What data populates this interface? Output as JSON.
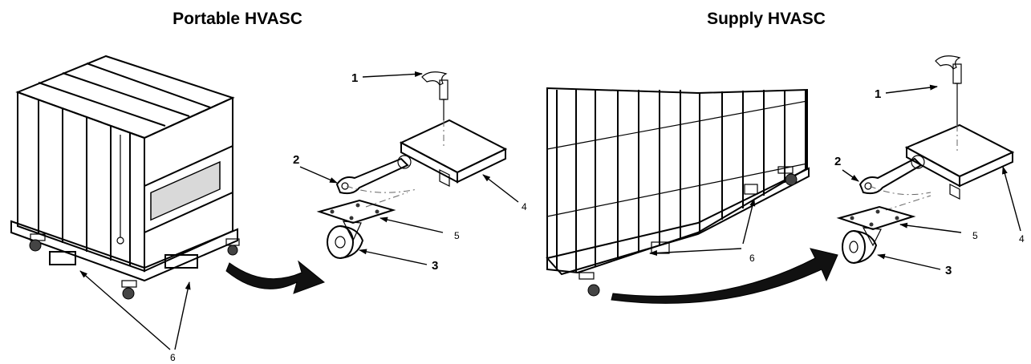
{
  "titles": {
    "portable": "Portable HVASC",
    "supply": "Supply HVASC"
  },
  "callouts": {
    "left": {
      "c1": "1",
      "c2": "2",
      "c3": "3",
      "c4": "4",
      "c5": "5",
      "c6": "6"
    },
    "right": {
      "c1": "1",
      "c2": "2",
      "c3": "3",
      "c4": "4",
      "c5": "5",
      "c6": "6"
    }
  },
  "icons": [
    "arrow-icon",
    "caster-icon",
    "clamp-lever-icon"
  ],
  "colors": {
    "line": "#000000",
    "mesh": "#bdbdbd",
    "metal": "#d9d9d9",
    "background": "#ffffff"
  }
}
